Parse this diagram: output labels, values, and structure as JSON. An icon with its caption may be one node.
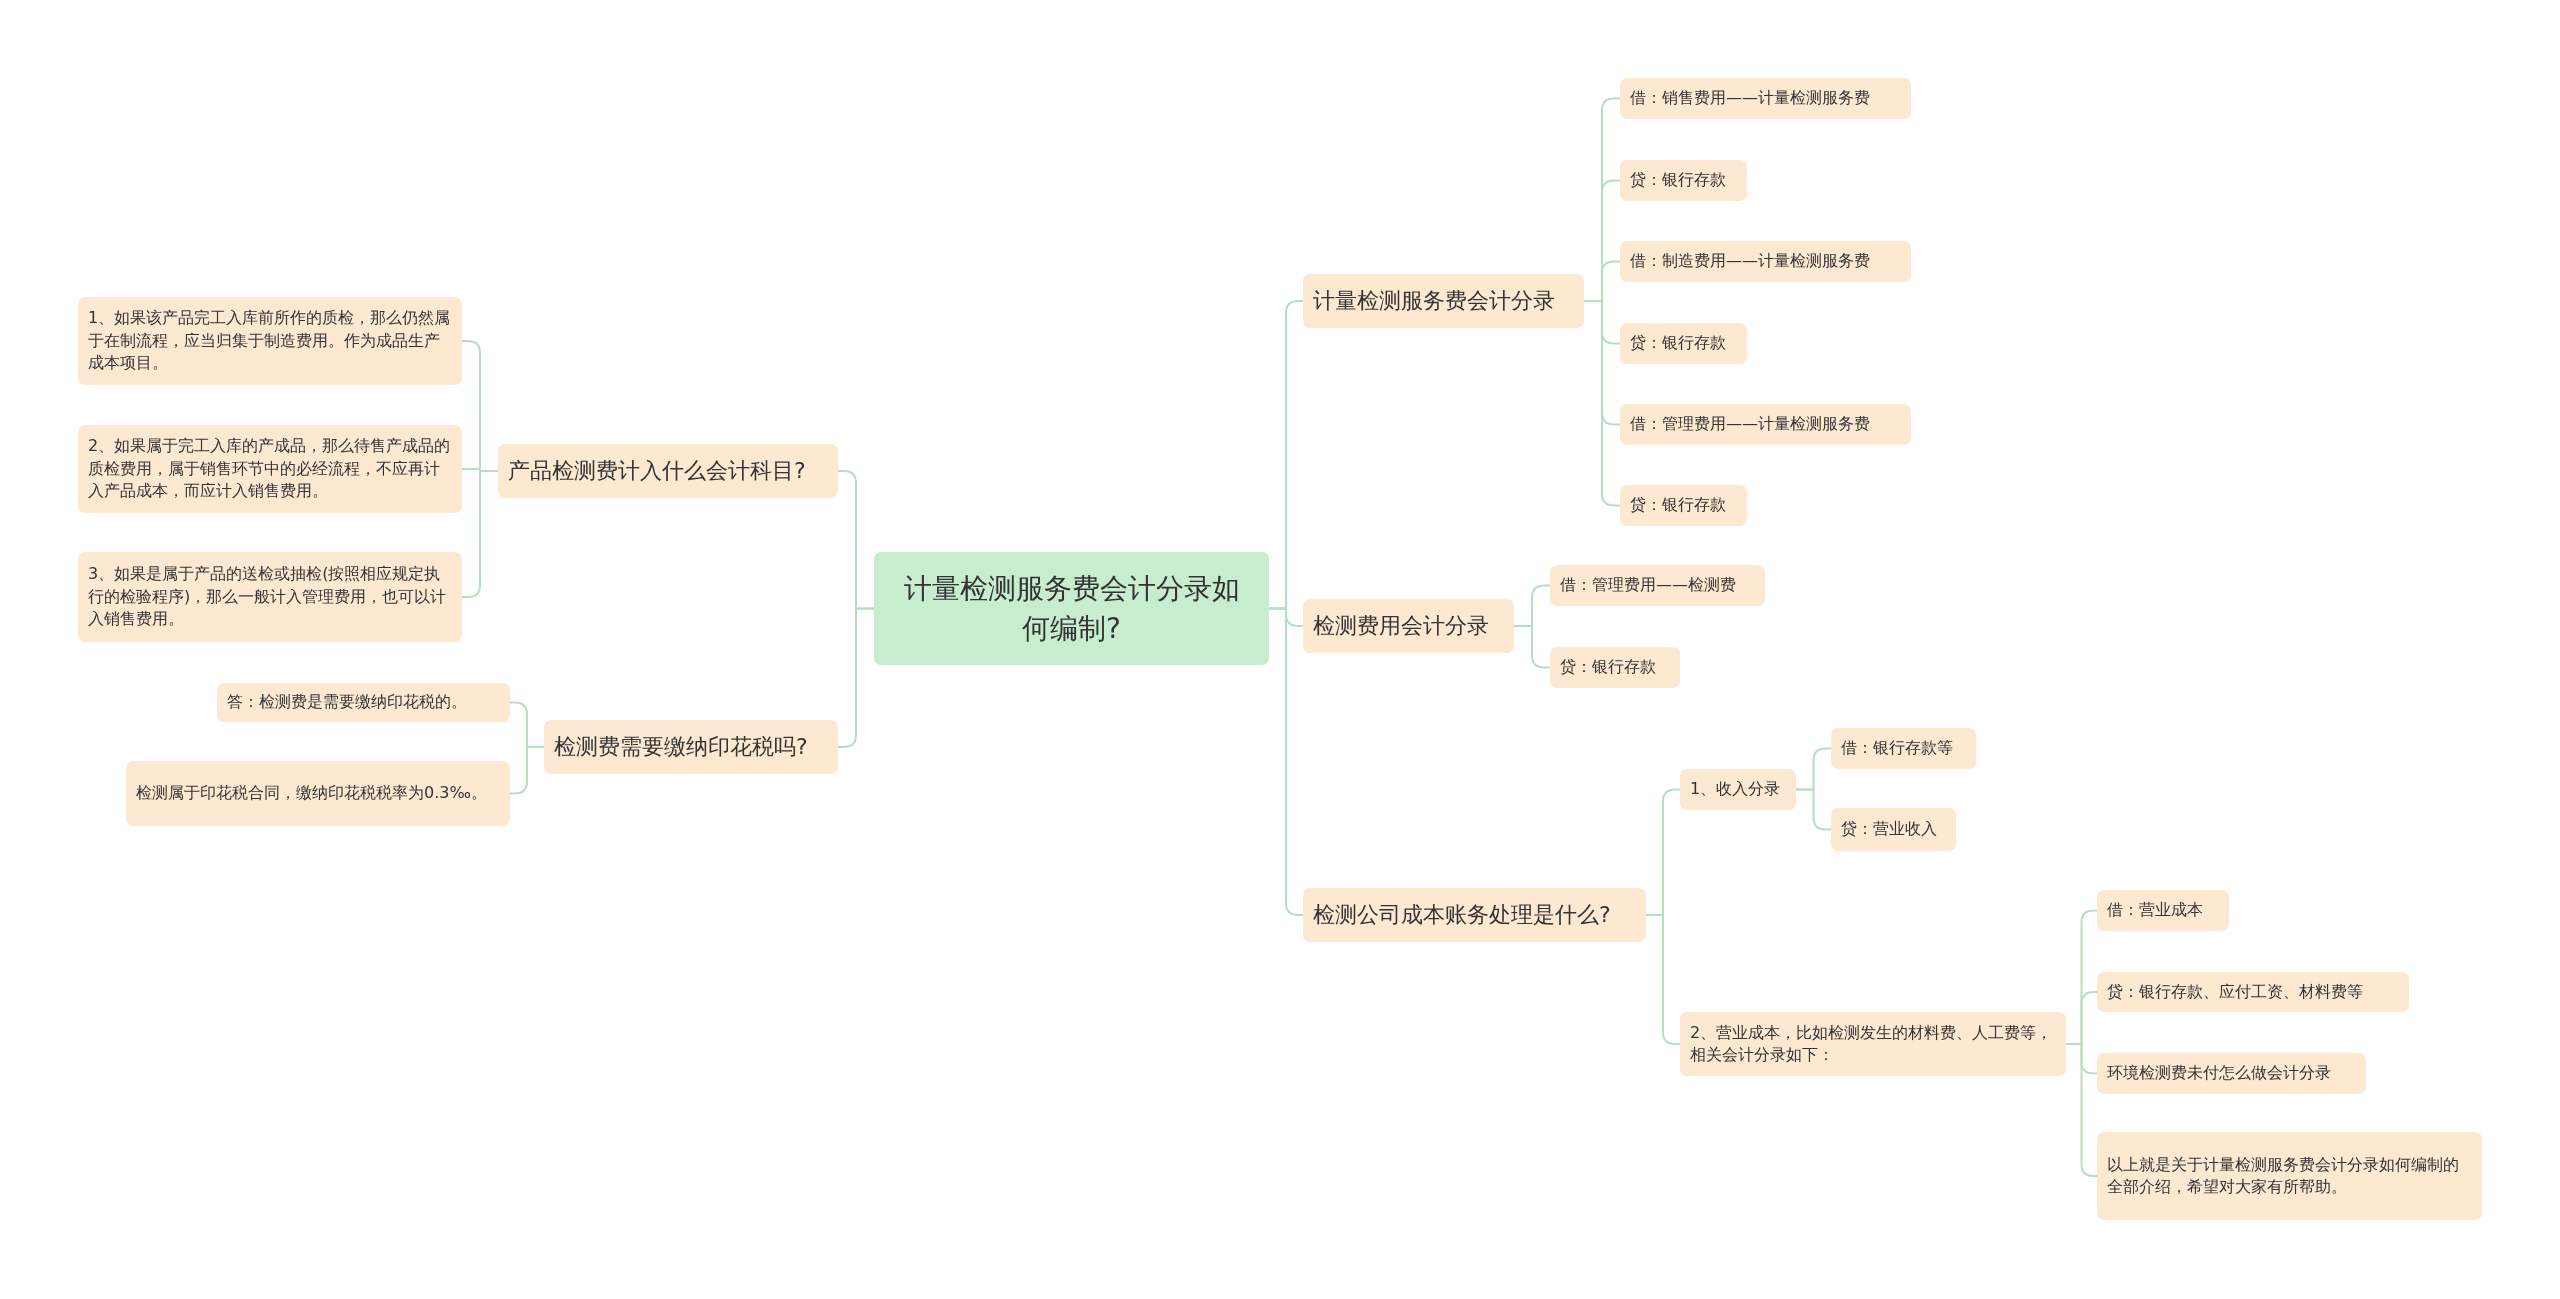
{
  "diagram": {
    "nodes": [
      {
        "text": [
          "计量检测服务费会计分录如何编制?"
        ]
      },
      {
        "text": [
          "产品检测费计入什么会计科目?"
        ]
      },
      {
        "text": [
          "1、如果该产品完工入库前所作的质检，那么仍然属于在制流程，应当归集于制造费用。作为成品生产成本项目。"
        ]
      },
      {
        "text": [
          "2、如果属于完工入库的产成品，那么待售产成品的质检费用，属于销售环节中的必经流程，不应再计入产品成本，而应计入销售费用。"
        ]
      },
      {
        "text": [
          "3、如果是属于产品的送检或抽检(按照相应规定执行的检验程序)，那么一般计入管理费用，也可以计入销售费用。"
        ]
      },
      {
        "text": [
          "检测费需要缴纳印花税吗?"
        ]
      },
      {
        "text": [
          "答：检测费是需要缴纳印花税的。"
        ]
      },
      {
        "text": [
          "检测属于印花税合同，缴纳印花税税率为0.3‰。"
        ]
      },
      {
        "text": [
          "计量检测服务费会计分录"
        ]
      },
      {
        "text": [
          "借：销售费用——计量检测服务费"
        ]
      },
      {
        "text": [
          "贷：银行存款"
        ]
      },
      {
        "text": [
          "借：制造费用——计量检测服务费"
        ]
      },
      {
        "text": [
          "贷：银行存款"
        ]
      },
      {
        "text": [
          "借：管理费用——计量检测服务费"
        ]
      },
      {
        "text": [
          "贷：银行存款"
        ]
      },
      {
        "text": [
          "检测费用会计分录"
        ]
      },
      {
        "text": [
          "借：管理费用——检测费"
        ]
      },
      {
        "text": [
          "贷：银行存款"
        ]
      },
      {
        "text": [
          "检测公司成本账务处理是什么?"
        ]
      },
      {
        "text": [
          "1、收入分录"
        ]
      },
      {
        "text": [
          "借：银行存款等"
        ]
      },
      {
        "text": [
          "贷：营业收入"
        ]
      },
      {
        "text": [
          "2、营业成本，比如检测发生的材料费、人工费等，相关会计分录如下："
        ]
      },
      {
        "text": [
          "借：营业成本"
        ]
      },
      {
        "text": [
          "贷：银行存款、应付工资、材料费等"
        ]
      },
      {
        "text": [
          "环境检测费未付怎么做会计分录"
        ]
      },
      {
        "text": [
          "以上就是关于计量检测服务费会计分录如何编制的全部介绍，希望对大家有所帮助。"
        ]
      }
    ],
    "edges": [
      {
        "from": 0,
        "to": 1,
        "arrow": "none"
      },
      {
        "from": 1,
        "to": 2,
        "arrow": "none"
      },
      {
        "from": 1,
        "to": 3,
        "arrow": "none"
      },
      {
        "from": 1,
        "to": 4,
        "arrow": "none"
      },
      {
        "from": 0,
        "to": 5,
        "arrow": "none"
      },
      {
        "from": 5,
        "to": 6,
        "arrow": "none"
      },
      {
        "from": 5,
        "to": 7,
        "arrow": "none"
      },
      {
        "from": 0,
        "to": 8,
        "arrow": "none"
      },
      {
        "from": 8,
        "to": 9,
        "arrow": "none"
      },
      {
        "from": 8,
        "to": 10,
        "arrow": "none"
      },
      {
        "from": 8,
        "to": 11,
        "arrow": "none"
      },
      {
        "from": 8,
        "to": 12,
        "arrow": "none"
      },
      {
        "from": 8,
        "to": 13,
        "arrow": "none"
      },
      {
        "from": 8,
        "to": 14,
        "arrow": "none"
      },
      {
        "from": 0,
        "to": 15,
        "arrow": "none"
      },
      {
        "from": 15,
        "to": 16,
        "arrow": "none"
      },
      {
        "from": 15,
        "to": 17,
        "arrow": "none"
      },
      {
        "from": 0,
        "to": 18,
        "arrow": "none"
      },
      {
        "from": 18,
        "to": 19,
        "arrow": "none"
      },
      {
        "from": 19,
        "to": 20,
        "arrow": "none"
      },
      {
        "from": 19,
        "to": 21,
        "arrow": "none"
      },
      {
        "from": 18,
        "to": 22,
        "arrow": "none"
      },
      {
        "from": 22,
        "to": 23,
        "arrow": "none"
      },
      {
        "from": 22,
        "to": 24,
        "arrow": "none"
      },
      {
        "from": 22,
        "to": 25,
        "arrow": "none"
      },
      {
        "from": 22,
        "to": 26,
        "arrow": "none"
      }
    ]
  }
}
